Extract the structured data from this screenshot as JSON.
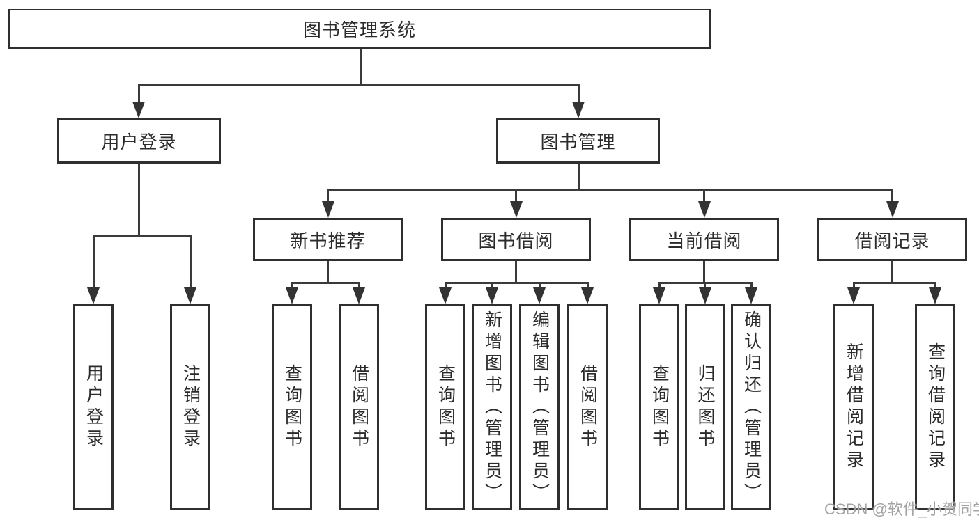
{
  "root": {
    "label": "图书管理系统"
  },
  "level2": [
    {
      "label": "用户登录"
    },
    {
      "label": "图书管理"
    }
  ],
  "level3": [
    {
      "label": "新书推荐"
    },
    {
      "label": "图书借阅"
    },
    {
      "label": "当前借阅"
    },
    {
      "label": "借阅记录"
    }
  ],
  "leaves": {
    "login": [
      {
        "label": "用户登录"
      },
      {
        "label": "注销登录"
      }
    ],
    "recommend": [
      {
        "label": "查询图书"
      },
      {
        "label": "借阅图书"
      }
    ],
    "borrow": [
      {
        "label": "查询图书"
      },
      {
        "label": "新增图书（管理员）"
      },
      {
        "label": "编辑图书（管理员）"
      },
      {
        "label": "借阅图书"
      }
    ],
    "current": [
      {
        "label": "查询图书"
      },
      {
        "label": "归还图书"
      },
      {
        "label": "确认归还（管理员）"
      }
    ],
    "records": [
      {
        "label": "新增借阅记录"
      },
      {
        "label": "查询借阅记录"
      }
    ]
  },
  "watermark": {
    "text": "CSDN @软件_小贺同学"
  },
  "colors": {
    "line": "#3a3a3a",
    "box_border": "#2f2f2f",
    "text": "#2b2b2b",
    "watermark": "#a3a3a3",
    "background": "#ffffff"
  }
}
